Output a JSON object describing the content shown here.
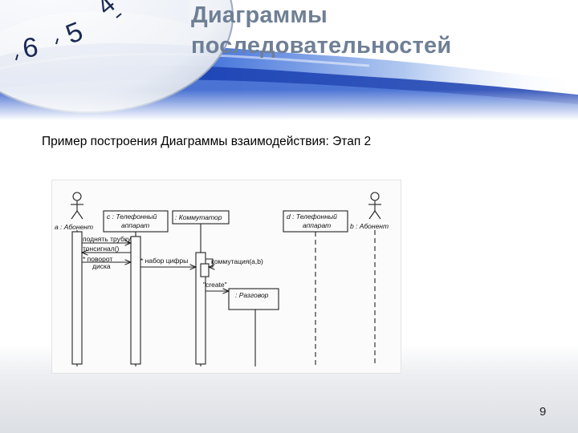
{
  "slide": {
    "title_line1": "Диаграммы",
    "title_line2": "последовательностей",
    "subtitle": "Пример построения  Диаграммы взаимодействия: Этап 2",
    "page_number": "9"
  },
  "decoration": {
    "clock_digits": [
      "6",
      "5",
      "4"
    ]
  },
  "diagram": {
    "objects": {
      "a": "a : Абонент",
      "c_line1": "c : Телефонный",
      "c_line2": "аппарат",
      "kommutator": ": Коммутатор",
      "d_line1": "d : Телефонный",
      "d_line2": "аппарат",
      "b": "b : Абонент",
      "razgovor": ": Разговор"
    },
    "messages": {
      "m1": "поднять трубку",
      "m2": "тонсигнал()",
      "m3_line1": "* поворот",
      "m3_line2": "диска",
      "m4": "* набор цифры",
      "m5": "коммутация(a,b)",
      "m6": "\"create\""
    }
  },
  "colors": {
    "title": "#6f7f95",
    "accent_blue": "#1c3fa8",
    "footer_gray": "#dcdfe3"
  }
}
